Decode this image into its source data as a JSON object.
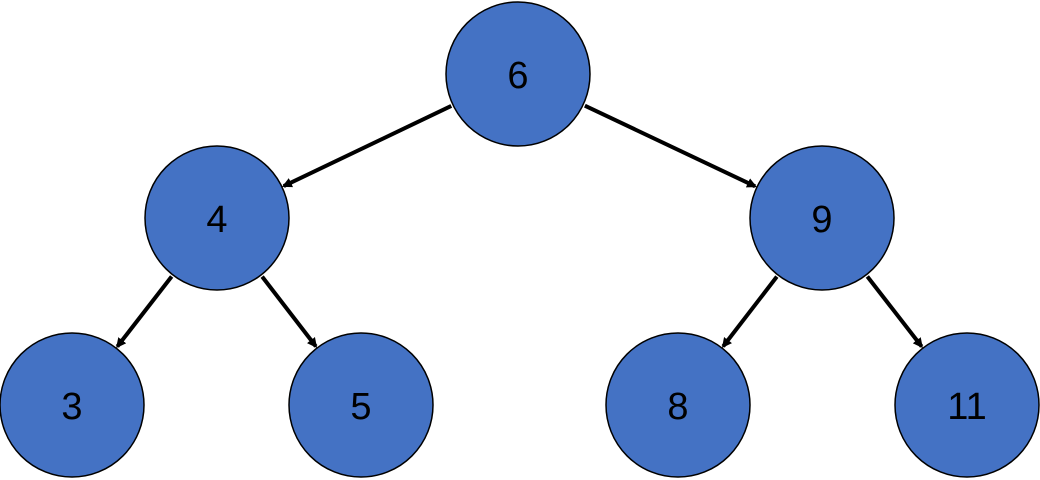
{
  "diagram": {
    "type": "binary-tree",
    "node_color": "#4472C4",
    "edge_color": "#000000",
    "nodes": [
      {
        "id": "n6",
        "label": "6"
      },
      {
        "id": "n4",
        "label": "4"
      },
      {
        "id": "n9",
        "label": "9"
      },
      {
        "id": "n3",
        "label": "3"
      },
      {
        "id": "n5",
        "label": "5"
      },
      {
        "id": "n8",
        "label": "8"
      },
      {
        "id": "n11",
        "label": "11"
      }
    ],
    "edges": [
      {
        "from": "n6",
        "to": "n4"
      },
      {
        "from": "n6",
        "to": "n9"
      },
      {
        "from": "n4",
        "to": "n3"
      },
      {
        "from": "n4",
        "to": "n5"
      },
      {
        "from": "n9",
        "to": "n8"
      },
      {
        "from": "n9",
        "to": "n11"
      }
    ]
  }
}
